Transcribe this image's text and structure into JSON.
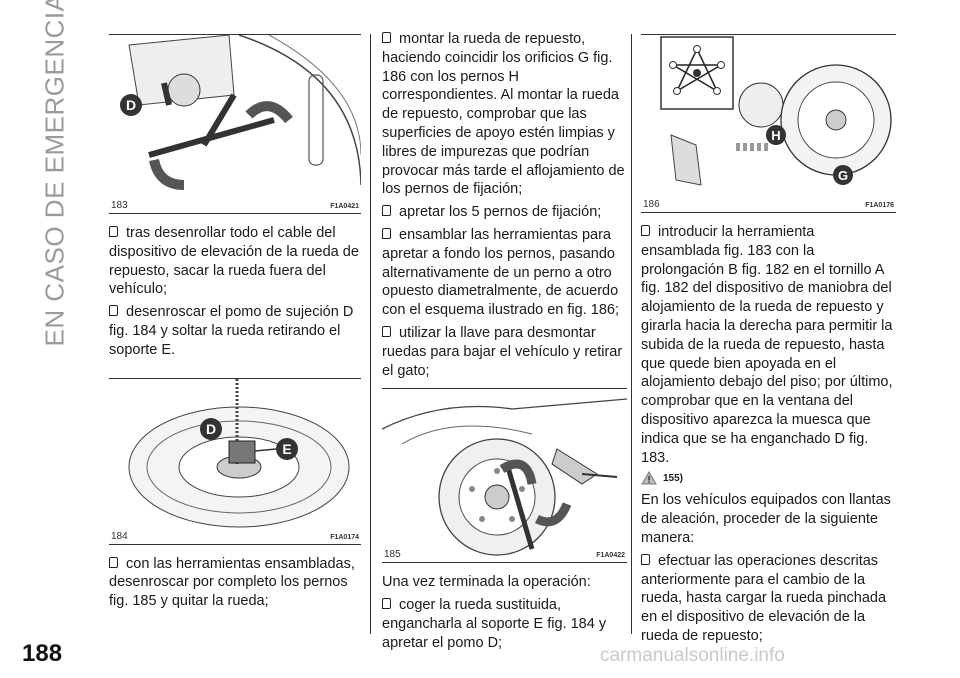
{
  "section_title": "EN CASO DE EMERGENCIA",
  "page_number": "188",
  "watermark": "carmanualsonline.info",
  "figures": {
    "f183": {
      "num": "183",
      "code": "F1A0421",
      "label_d": "D"
    },
    "f184": {
      "num": "184",
      "code": "F1A0174",
      "label_d": "D",
      "label_e": "E"
    },
    "f185": {
      "num": "185",
      "code": "F1A0422"
    },
    "f186": {
      "num": "186",
      "code": "F1A0176",
      "label_h": "H",
      "label_g": "G"
    }
  },
  "col1": {
    "p1": "tras desenrollar todo el cable del dispositivo de elevación de la rueda de repuesto, sacar la rueda fuera del vehículo;",
    "p2": "desenroscar el pomo de sujeción D fig. 184 y soltar la rueda retirando el soporte E.",
    "p3": "con las herramientas ensambladas, desenroscar por completo los pernos fig. 185 y quitar la rueda;"
  },
  "col2": {
    "p1": "montar la rueda de repuesto, haciendo coincidir los orificios G fig. 186 con los pernos H correspondientes. Al montar la rueda de repuesto, comprobar que las superficies de apoyo estén limpias y libres de impurezas que podrían provocar más tarde el aflojamiento de los pernos de fijación;",
    "p2": "apretar los 5 pernos de fijación;",
    "p3": "ensamblar las herramientas para apretar a fondo los pernos, pasando alternativamente de un perno a otro opuesto diametralmente, de acuerdo con el esquema ilustrado en fig. 186;",
    "p4": "utilizar la llave para desmontar ruedas para bajar el vehículo y retirar el gato;",
    "p5": "Una vez terminada la operación:",
    "p6": "coger la rueda sustituida, engancharla al soporte E fig. 184 y apretar el pomo D;"
  },
  "col3": {
    "p1": "introducir la herramienta ensamblada fig. 183 con la prolongación B fig. 182 en el tornillo A fig. 182 del dispositivo de maniobra del alojamiento de la rueda de repuesto y girarla hacia la derecha para permitir la subida de la rueda de repuesto, hasta que quede bien apoyada en el alojamiento debajo del piso; por último, comprobar que en la ventana del dispositivo aparezca la muesca que indica que se ha enganchado D fig. 183.",
    "warn_ref": "155)",
    "p2": "En los vehículos equipados con llantas de aleación, proceder de la siguiente manera:",
    "p3": "efectuar las operaciones descritas anteriormente para el cambio de la rueda, hasta cargar la rueda pinchada en el dispositivo de elevación de la rueda de repuesto;"
  }
}
